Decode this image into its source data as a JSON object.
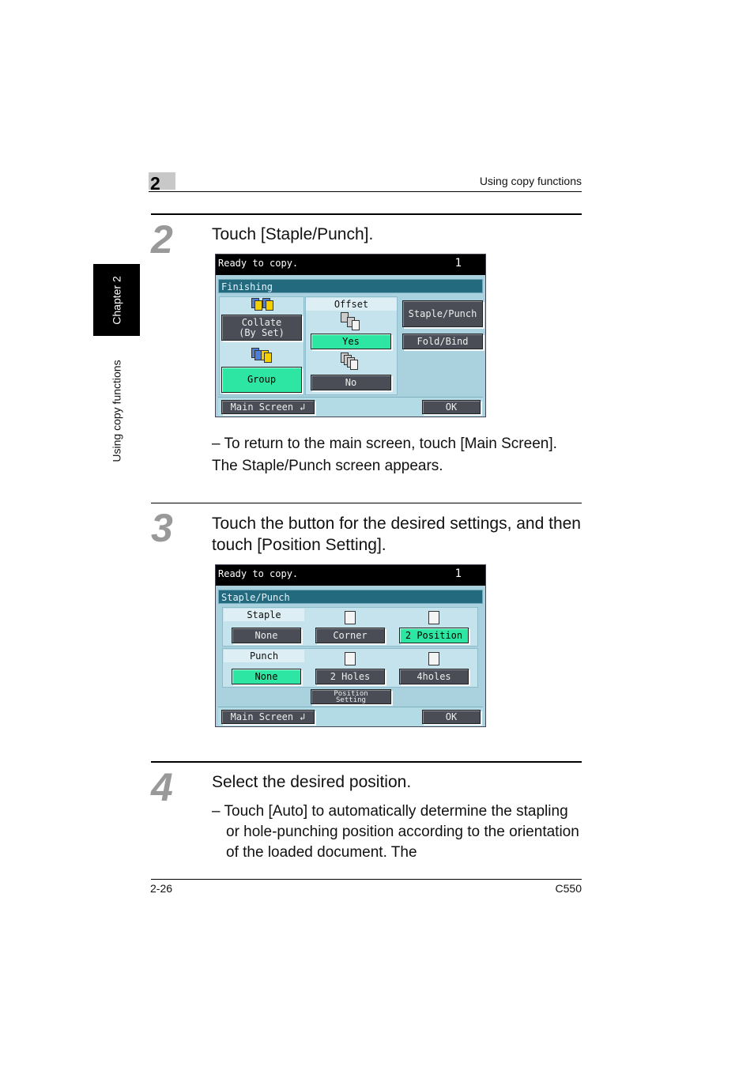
{
  "header": {
    "chapter_number": "2",
    "section_title": "Using copy functions"
  },
  "side_tab": {
    "chapter_label": "Chapter 2",
    "section_label": "Using copy functions"
  },
  "steps": [
    {
      "number": "2",
      "instruction": "Touch [Staple/Punch].",
      "note": "– To return to the main screen, touch [Main Screen].",
      "result": "The Staple/Punch screen appears."
    },
    {
      "number": "3",
      "instruction": "Touch the button for the desired settings, and then touch [Position Setting]."
    },
    {
      "number": "4",
      "instruction": "Select the desired position.",
      "note": "– Touch [Auto] to automatically determine the stapling or hole-punching position according to the orientation of the loaded document. The"
    }
  ],
  "screen1": {
    "status": "Ready to copy.",
    "count": "1",
    "title": "Finishing",
    "collate_label": "Collate\n(By Set)",
    "group_label": "Group",
    "offset_label": "Offset",
    "yes_label": "Yes",
    "no_label": "No",
    "staple_punch_label": "Staple/Punch",
    "fold_bind_label": "Fold/Bind",
    "main_screen_label": "Main Screen",
    "ok_label": "OK"
  },
  "screen2": {
    "status": "Ready to copy.",
    "count": "1",
    "title": "Staple/Punch",
    "staple_label": "Staple",
    "staple_none": "None",
    "staple_corner": "Corner",
    "staple_2pos": "2 Position",
    "punch_label": "Punch",
    "punch_none": "None",
    "punch_2holes": "2 Holes",
    "punch_4holes": "4holes",
    "position_setting": "Position\nSetting",
    "main_screen_label": "Main Screen",
    "ok_label": "OK"
  },
  "footer": {
    "page": "2-26",
    "model": "C550"
  }
}
